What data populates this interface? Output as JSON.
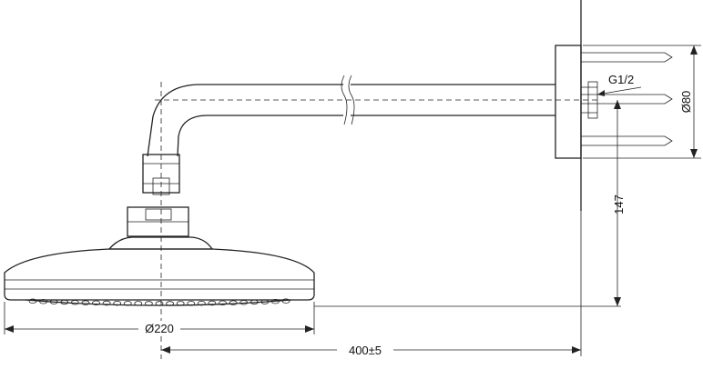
{
  "labels": {
    "thread": "G1/2",
    "flange_diameter": "Ø80",
    "height_drop": "147",
    "head_diameter": "Ø220",
    "arm_length": "400±5"
  }
}
